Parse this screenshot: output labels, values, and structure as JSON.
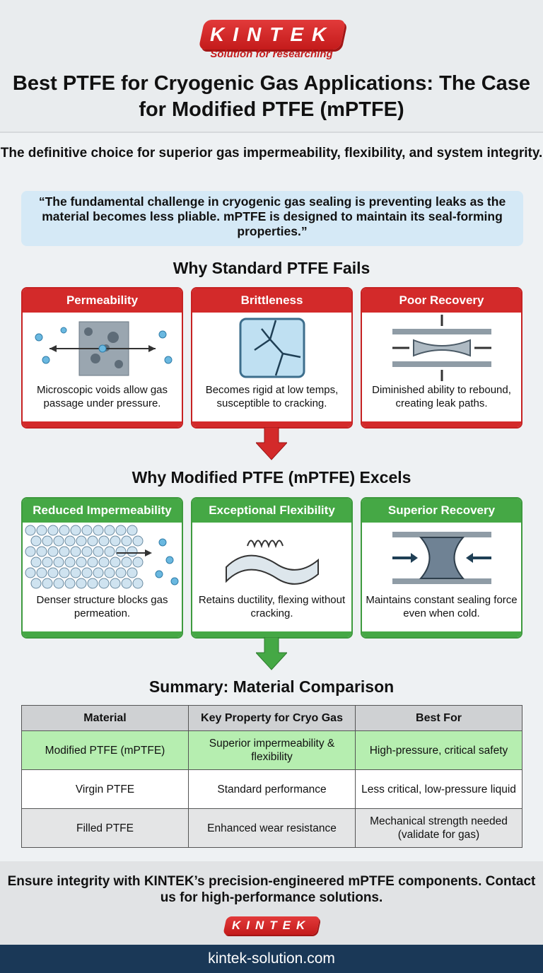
{
  "brand": {
    "name": "KINTEK",
    "tagline": "Solution for researching",
    "accent": "#d32a2a",
    "positive": "#45a845"
  },
  "title": "Best PTFE for Cryogenic Gas Applications: The Case for Modified PTFE (mPTFE)",
  "subtitle": "The definitive choice for superior gas impermeability, flexibility, and system integrity.",
  "quote": "“The fundamental challenge in cryogenic gas sealing is preventing leaks as the material becomes less pliable. mPTFE is designed to maintain its seal-forming properties.”",
  "fails": {
    "heading": "Why Standard PTFE Fails",
    "cards": [
      {
        "title": "Permeability",
        "text": "Microscopic voids allow gas passage under pressure.",
        "icon": "porous-membrane-icon"
      },
      {
        "title": "Brittleness",
        "text": "Becomes rigid at low temps, susceptible to cracking.",
        "icon": "cracked-ice-icon"
      },
      {
        "title": "Poor Recovery",
        "text": "Diminished ability to rebound, creating leak paths.",
        "icon": "compressed-seal-icon"
      }
    ]
  },
  "excels": {
    "heading": "Why Modified PTFE (mPTFE) Excels",
    "cards": [
      {
        "title": "Reduced Impermeability",
        "text": "Denser structure blocks gas permeation.",
        "icon": "dense-lattice-icon"
      },
      {
        "title": "Exceptional Flexibility",
        "text": "Retains ductility, flexing without cracking.",
        "icon": "flexible-strip-icon"
      },
      {
        "title": "Superior Recovery",
        "text": "Maintains constant sealing force even when cold.",
        "icon": "resilient-seal-icon"
      }
    ]
  },
  "summary": {
    "heading": "Summary: Material Comparison",
    "columns": [
      "Material",
      "Key Property for Cryo Gas",
      "Best For"
    ],
    "rows": [
      [
        "Modified PTFE (mPTFE)",
        "Superior impermeability & flexibility",
        "High-pressure, critical safety"
      ],
      [
        "Virgin PTFE",
        "Standard performance",
        "Less critical, low-pressure liquid"
      ],
      [
        "Filled PTFE",
        "Enhanced wear resistance",
        "Mechanical strength needed (validate for gas)"
      ]
    ]
  },
  "cta": "Ensure integrity with KINTEK’s precision-engineered mPTFE components. Contact us for high-performance solutions.",
  "website": "kintek-solution.com"
}
